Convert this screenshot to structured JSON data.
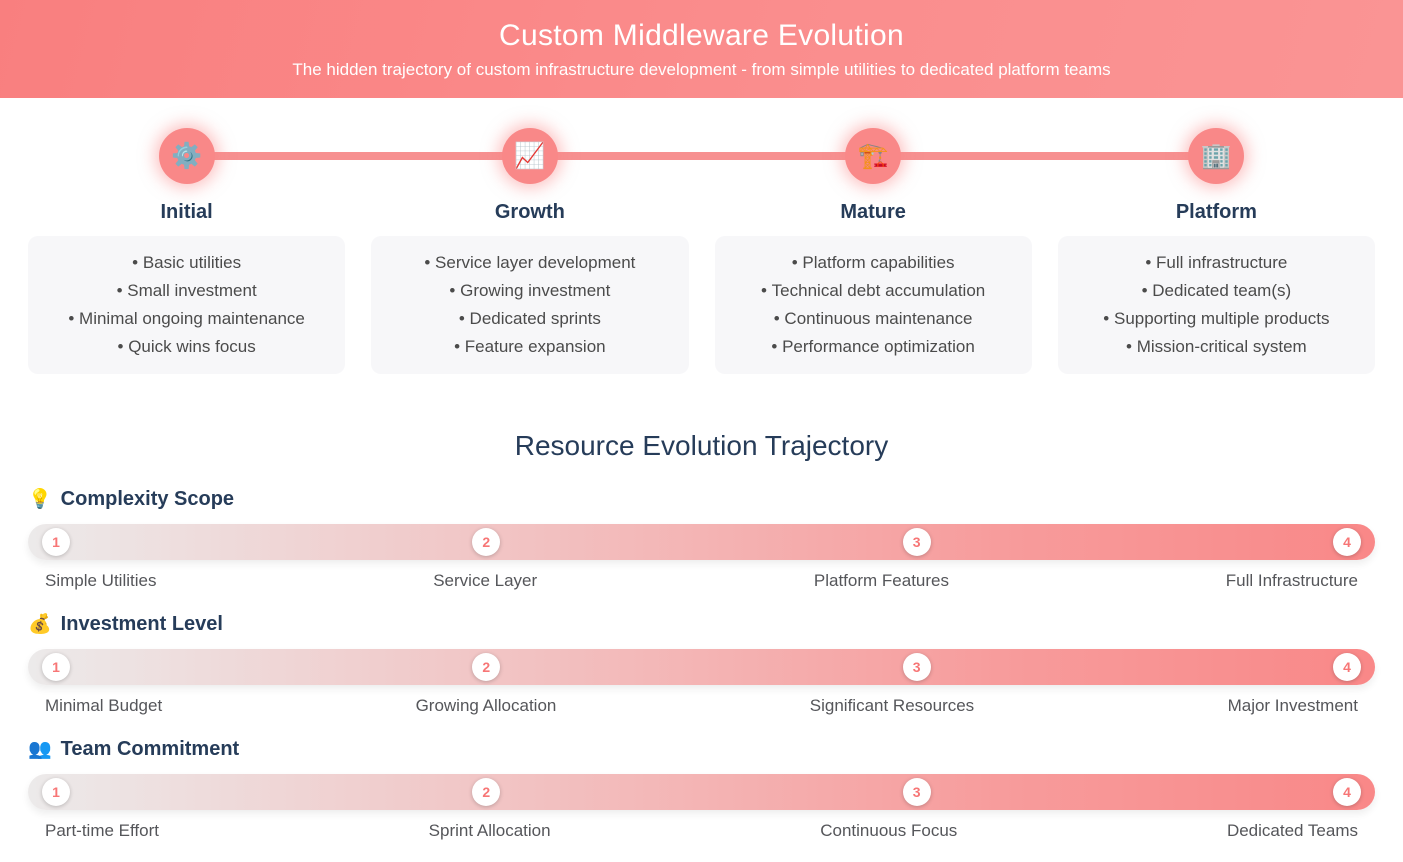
{
  "header": {
    "title": "Custom Middleware Evolution",
    "subtitle": "The hidden trajectory of custom infrastructure development - from simple utilities to dedicated platform teams"
  },
  "timeline": {
    "stages": [
      {
        "label": "Initial",
        "icon": "gear-icon",
        "icon_glyph": "⚙️",
        "bullets": [
          "Basic utilities",
          "Small investment",
          "Minimal ongoing maintenance",
          "Quick wins focus"
        ]
      },
      {
        "label": "Growth",
        "icon": "chart-increasing-icon",
        "icon_glyph": "📈",
        "bullets": [
          "Service layer development",
          "Growing investment",
          "Dedicated sprints",
          "Feature expansion"
        ]
      },
      {
        "label": "Mature",
        "icon": "construction-crane-icon",
        "icon_glyph": "🏗️",
        "bullets": [
          "Platform capabilities",
          "Technical debt accumulation",
          "Continuous maintenance",
          "Performance optimization"
        ]
      },
      {
        "label": "Platform",
        "icon": "office-building-icon",
        "icon_glyph": "🏢",
        "bullets": [
          "Full infrastructure",
          "Dedicated team(s)",
          "Supporting multiple products",
          "Mission-critical system"
        ]
      }
    ]
  },
  "trajectory": {
    "title": "Resource Evolution Trajectory",
    "metrics": [
      {
        "icon": "lightbulb-icon",
        "icon_glyph": "💡",
        "label": "Complexity Scope",
        "steps": [
          {
            "num": "1",
            "label": "Simple Utilities"
          },
          {
            "num": "2",
            "label": "Service Layer"
          },
          {
            "num": "3",
            "label": "Platform Features"
          },
          {
            "num": "4",
            "label": "Full Infrastructure"
          }
        ]
      },
      {
        "icon": "money-bag-icon",
        "icon_glyph": "💰",
        "label": "Investment Level",
        "steps": [
          {
            "num": "1",
            "label": "Minimal Budget"
          },
          {
            "num": "2",
            "label": "Growing Allocation"
          },
          {
            "num": "3",
            "label": "Significant Resources"
          },
          {
            "num": "4",
            "label": "Major Investment"
          }
        ]
      },
      {
        "icon": "team-icon",
        "icon_glyph": "👥",
        "label": "Team Commitment",
        "steps": [
          {
            "num": "1",
            "label": "Part-time Effort"
          },
          {
            "num": "2",
            "label": "Sprint Allocation"
          },
          {
            "num": "3",
            "label": "Continuous Focus"
          },
          {
            "num": "4",
            "label": "Dedicated Teams"
          }
        ]
      }
    ]
  },
  "colors": {
    "accent_salmon": "#f98888",
    "header_gradient_start": "#f97f7f",
    "header_gradient_end": "#fa9494",
    "heading_navy": "#263c59",
    "bar_gradient_start": "#eceaea",
    "bar_gradient_end": "#f98888",
    "step_number": "#f77676",
    "card_background": "#f7f7f9",
    "body_text": "#4b4b4b",
    "bar_label_text": "#55565a"
  }
}
